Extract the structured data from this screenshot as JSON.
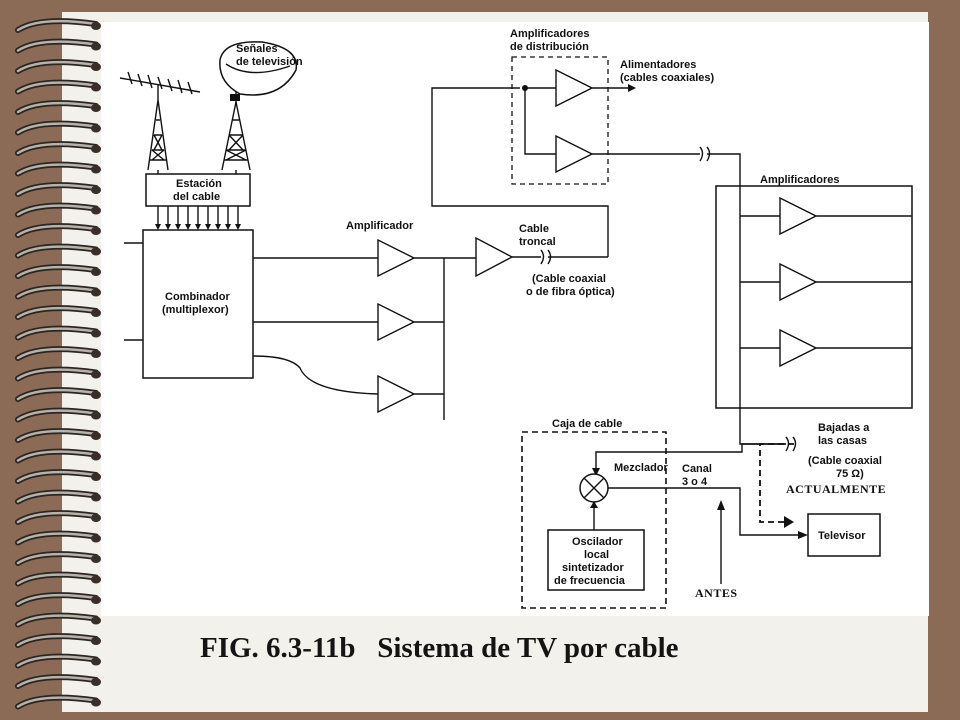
{
  "caption": {
    "number": "FIG. 6.3-11b",
    "title": "Sistema de TV por cable"
  },
  "labels": {
    "senales_1": "Señales",
    "senales_2": "de televisión",
    "estacion_1": "Estación",
    "estacion_2": "del cable",
    "amp_distrib_1": "Amplificadores",
    "amp_distrib_2": "de distribución",
    "alimentadores_1": "Alimentadores",
    "alimentadores_2": "(cables coaxiales)",
    "amplificador": "Amplificador",
    "cable_troncal_1": "Cable",
    "cable_troncal_2": "troncal",
    "coaxial_fibra_1": "(Cable coaxial",
    "coaxial_fibra_2": "o de fibra óptica)",
    "combinador_1": "Combinador",
    "combinador_2": "(multiplexor)",
    "amplificadores": "Amplificadores",
    "caja_de_cable": "Caja de cable",
    "bajadas_1": "Bajadas a",
    "bajadas_2": "las casas",
    "coaxial75_1": "(Cable coaxial",
    "coaxial75_2": "75 Ω)",
    "mezclador": "Mezclador",
    "canal_1": "Canal",
    "canal_2": "3 o 4",
    "oscilador_1": "Oscilador",
    "oscilador_2": "local",
    "oscilador_3": "sintetizador",
    "oscilador_4": "de frecuencia",
    "televisor": "Televisor",
    "actualmente": "ACTUALMENTE",
    "antes": "ANTES"
  },
  "colors": {
    "background": "#8c6b56",
    "sheet": "#f3f1ec",
    "panel": "#ffffff",
    "ink": "#111111"
  }
}
